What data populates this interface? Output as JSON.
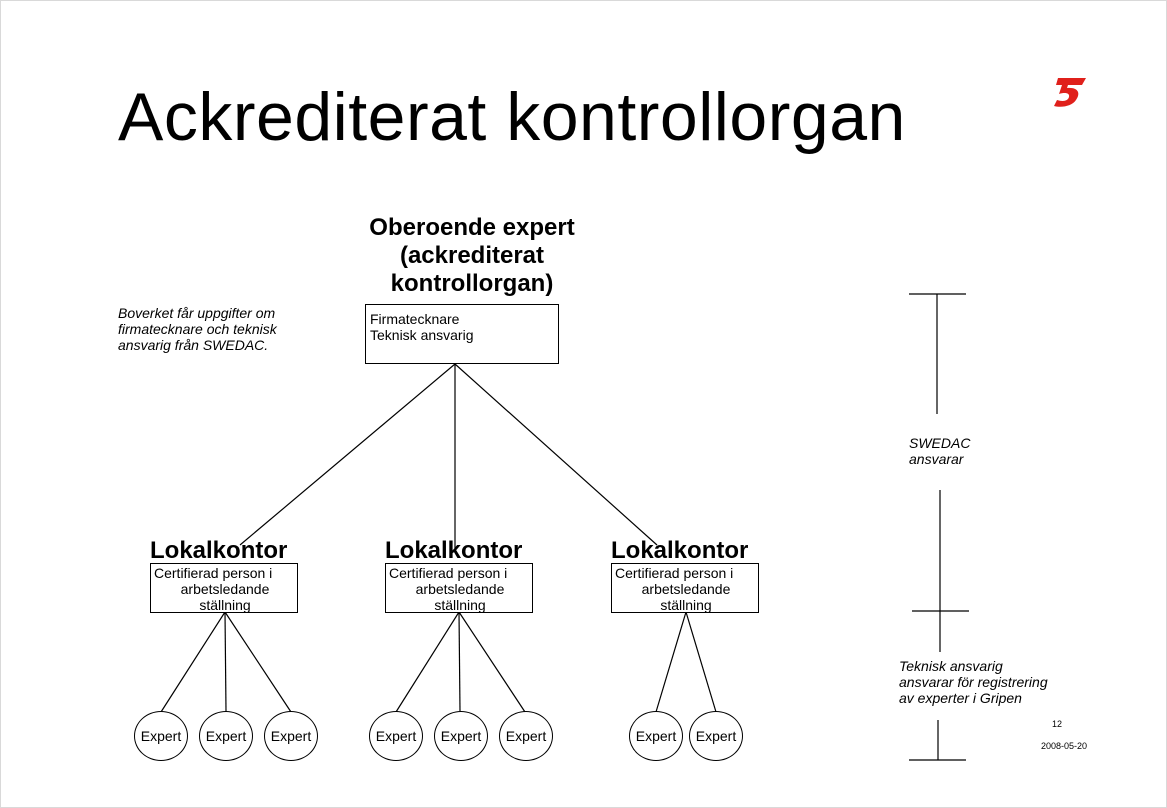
{
  "title": "Ackrediterat kontrollorgan",
  "top": {
    "heading_lines": [
      "Oberoende expert",
      "(ackrediterat",
      "kontrollorgan)"
    ],
    "box_lines": [
      "Firmatecknare",
      "Teknisk ansvarig"
    ]
  },
  "note_lines": [
    "Boverket får uppgifter om",
    "firmatecknare och teknisk",
    "ansvarig från SWEDAC."
  ],
  "offices": [
    {
      "heading": "Lokalkontor",
      "box_lines": [
        "Certifierad person i",
        "arbetsledande",
        "ställning"
      ],
      "experts": [
        "Expert",
        "Expert",
        "Expert"
      ]
    },
    {
      "heading": "Lokalkontor",
      "box_lines": [
        "Certifierad person i",
        "arbetsledande",
        "ställning"
      ],
      "experts": [
        "Expert",
        "Expert",
        "Expert"
      ]
    },
    {
      "heading": "Lokalkontor",
      "box_lines": [
        "Certifierad person i",
        "arbetsledande",
        "ställning"
      ],
      "experts": [
        "Expert",
        "Expert"
      ]
    }
  ],
  "scale": {
    "upper_label_lines": [
      "SWEDAC",
      "ansvarar"
    ],
    "lower_label_lines": [
      "Teknisk ansvarig",
      "ansvarar för registrering",
      "av experter i Gripen"
    ]
  },
  "footer": {
    "page_number": "12",
    "date": "2008-05-20"
  },
  "colors": {
    "logo": "#e0201b",
    "line": "#000000"
  },
  "icons": {
    "logo": "red-brand-logo"
  }
}
